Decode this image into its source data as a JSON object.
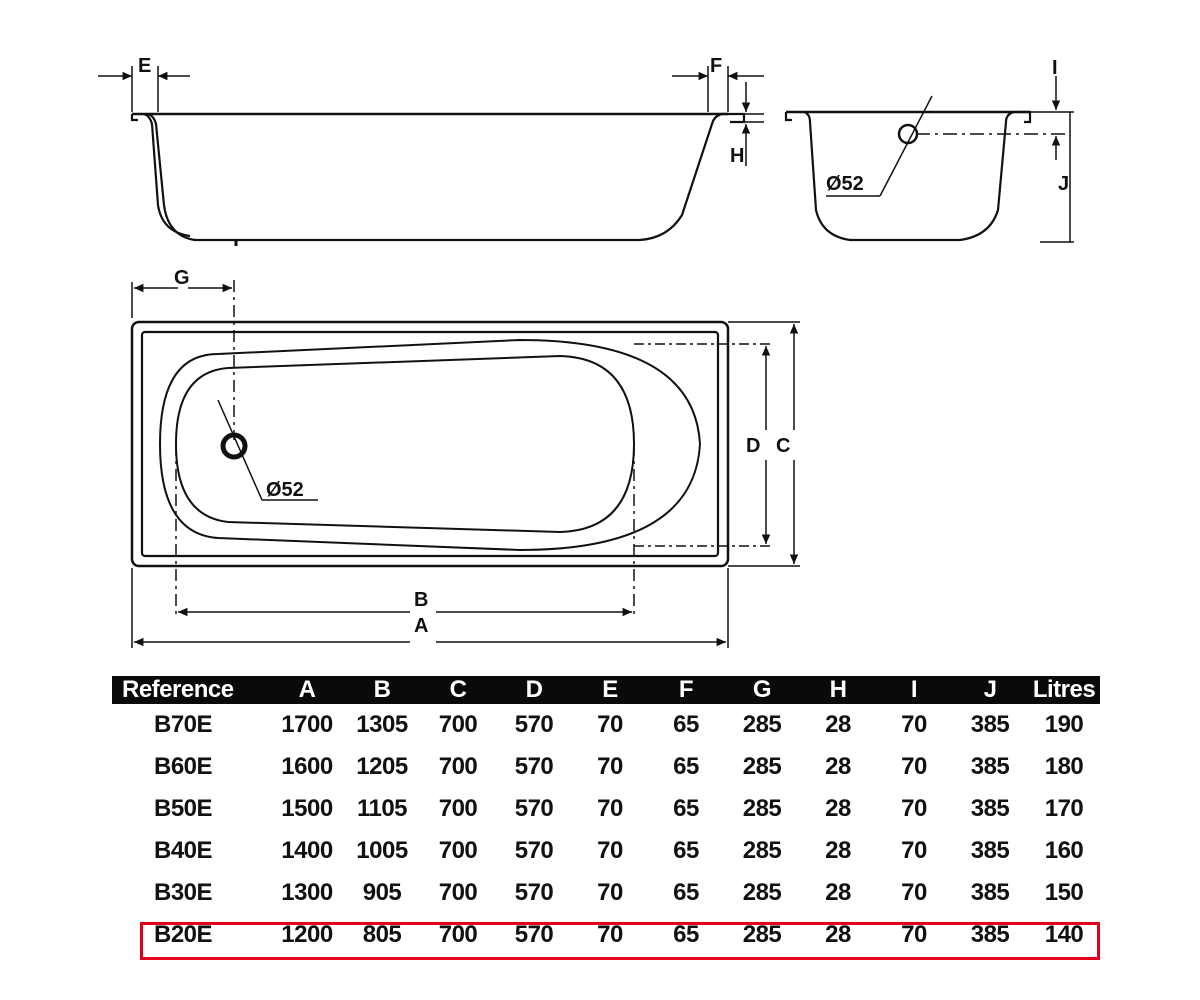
{
  "drawing": {
    "side_view_labels": {
      "E": "E",
      "F": "F",
      "H": "H"
    },
    "end_view_labels": {
      "I": "I",
      "J": "J",
      "drain": "Ø52"
    },
    "top_view_labels": {
      "G": "G",
      "D": "D",
      "C": "C",
      "B": "B",
      "A": "A",
      "drain": "Ø52"
    }
  },
  "table": {
    "headers": [
      "Reference",
      "A",
      "B",
      "C",
      "D",
      "E",
      "F",
      "G",
      "H",
      "I",
      "J",
      "Litres"
    ],
    "rows": [
      [
        "B70E",
        "1700",
        "1305",
        "700",
        "570",
        "70",
        "65",
        "285",
        "28",
        "70",
        "385",
        "190"
      ],
      [
        "B60E",
        "1600",
        "1205",
        "700",
        "570",
        "70",
        "65",
        "285",
        "28",
        "70",
        "385",
        "180"
      ],
      [
        "B50E",
        "1500",
        "1105",
        "700",
        "570",
        "70",
        "65",
        "285",
        "28",
        "70",
        "385",
        "170"
      ],
      [
        "B40E",
        "1400",
        "1005",
        "700",
        "570",
        "70",
        "65",
        "285",
        "28",
        "70",
        "385",
        "160"
      ],
      [
        "B30E",
        "1300",
        "905",
        "700",
        "570",
        "70",
        "65",
        "285",
        "28",
        "70",
        "385",
        "150"
      ],
      [
        "B20E",
        "1200",
        "805",
        "700",
        "570",
        "70",
        "65",
        "285",
        "28",
        "70",
        "385",
        "140"
      ]
    ],
    "highlight_row": 5,
    "highlight_color": "#e3001b"
  }
}
